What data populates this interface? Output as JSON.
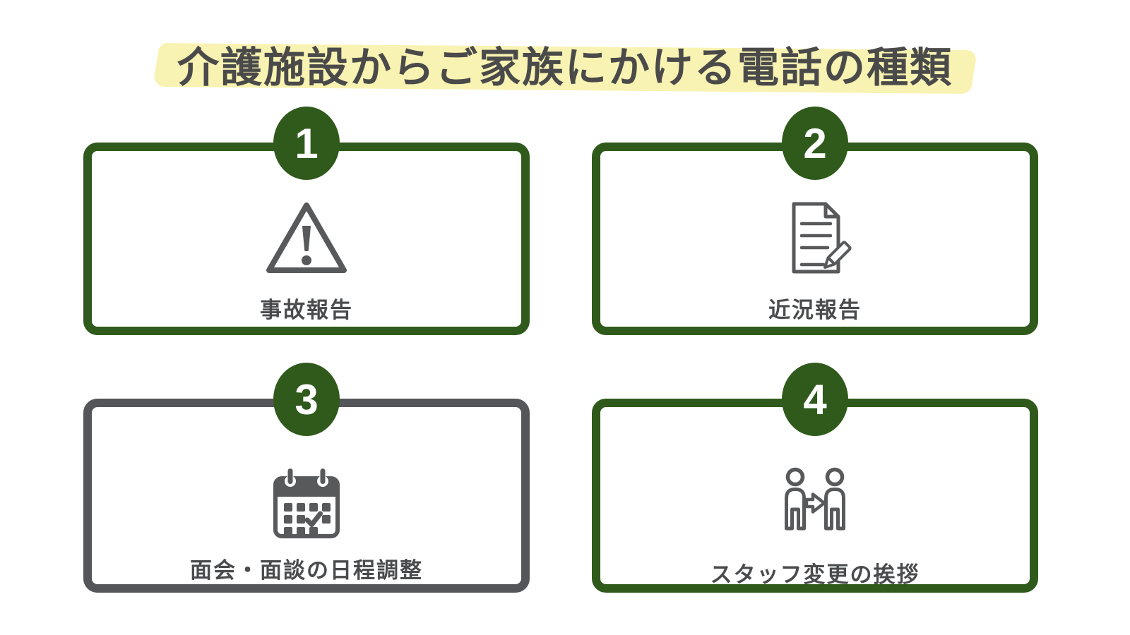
{
  "title": {
    "text": "介護施設からご家族にかける電話の種類"
  },
  "colors": {
    "background": "#ffffff",
    "green": "#2f5a1b",
    "gray_border": "#55565a",
    "icon_gray": "#58595b",
    "label_text": "#4a4b4d",
    "title_text": "#4a4a4a",
    "highlight_yellow": "#f8f3b2",
    "number_text": "#ffffff"
  },
  "cards": [
    {
      "number": "1",
      "label": "事故報告",
      "icon": "warning-triangle-icon",
      "border_color": "#2f5a1b"
    },
    {
      "number": "2",
      "label": "近況報告",
      "icon": "document-pencil-icon",
      "border_color": "#2f5a1b"
    },
    {
      "number": "3",
      "label": "面会・面談の日程調整",
      "icon": "calendar-check-icon",
      "border_color": "#55565a"
    },
    {
      "number": "4",
      "label": "スタッフ変更の挨拶",
      "icon": "people-transfer-icon",
      "border_color": "#2f5a1b"
    }
  ]
}
